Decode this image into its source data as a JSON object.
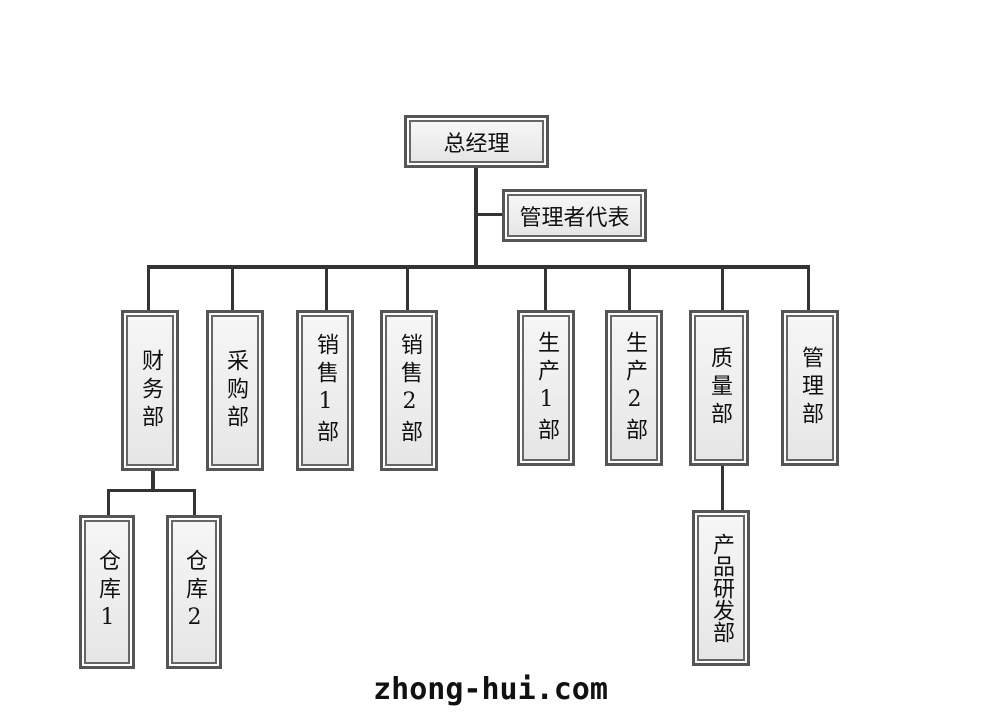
{
  "top": {
    "gm": "总经理",
    "rep": "管理者代表"
  },
  "departments": [
    "财务部",
    "采购部",
    "销售1部",
    "销售2部",
    "生产1部",
    "生产2部",
    "质量部",
    "管理部"
  ],
  "sub": {
    "wh1": "仓库1",
    "wh2": "仓库2",
    "rd": "产品研发部"
  },
  "watermark": "zhong-hui.com"
}
